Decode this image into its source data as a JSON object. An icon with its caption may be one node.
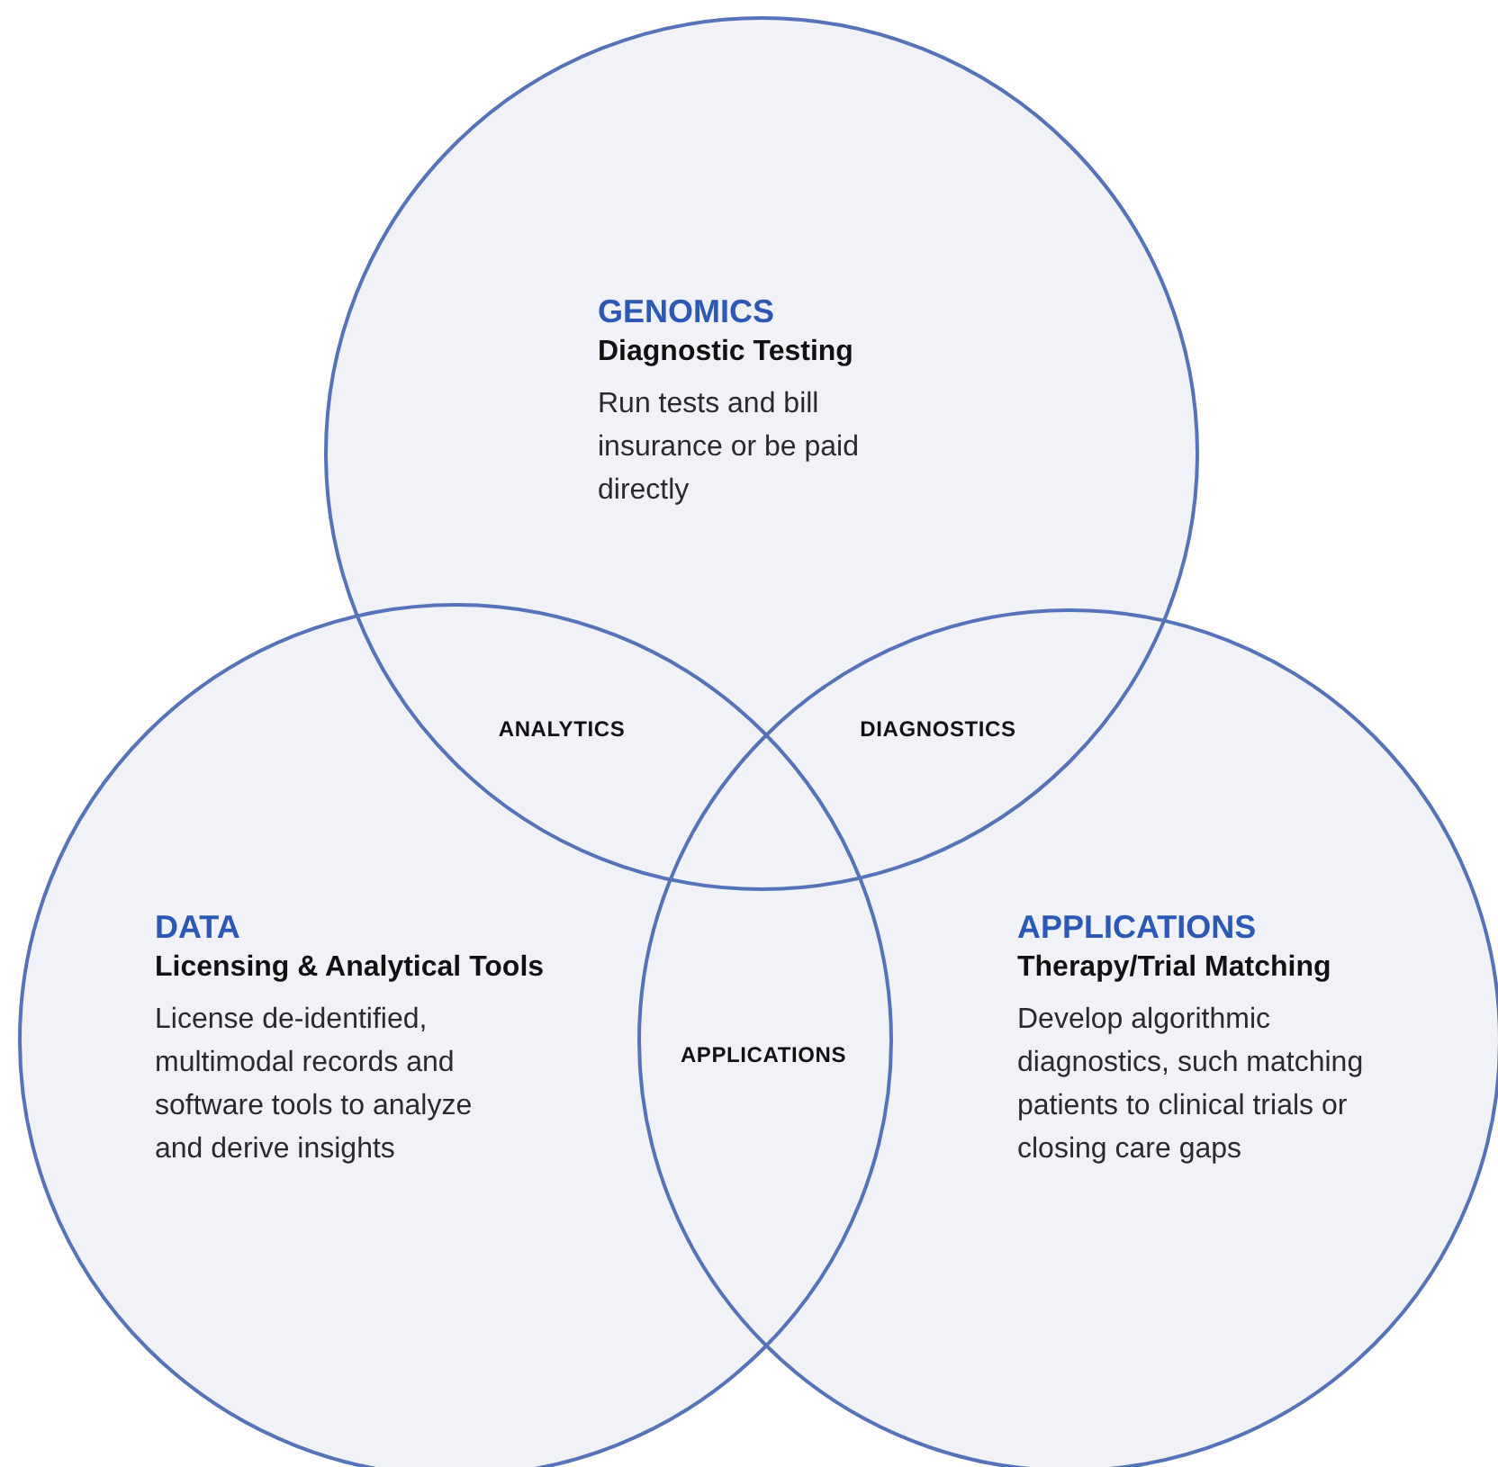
{
  "diagram": {
    "nodes": [
      {
        "text": [
          "GENOMICS",
          "Diagnostic Testing",
          "Run tests and bill insurance or be paid directly"
        ]
      },
      {
        "text": [
          "DATA",
          "Licensing & Analytical Tools",
          "License de-identified, multimodal records and software tools to analyze and derive insights"
        ]
      },
      {
        "text": [
          "APPLICATIONS",
          "Therapy/Trial Matching",
          "Develop algorithmic diagnostics, such matching patients to clinical trials or closing care gaps"
        ]
      }
    ],
    "labels": [
      "ANALYTICS",
      "DIAGNOSTICS",
      "APPLICATIONS"
    ]
  }
}
